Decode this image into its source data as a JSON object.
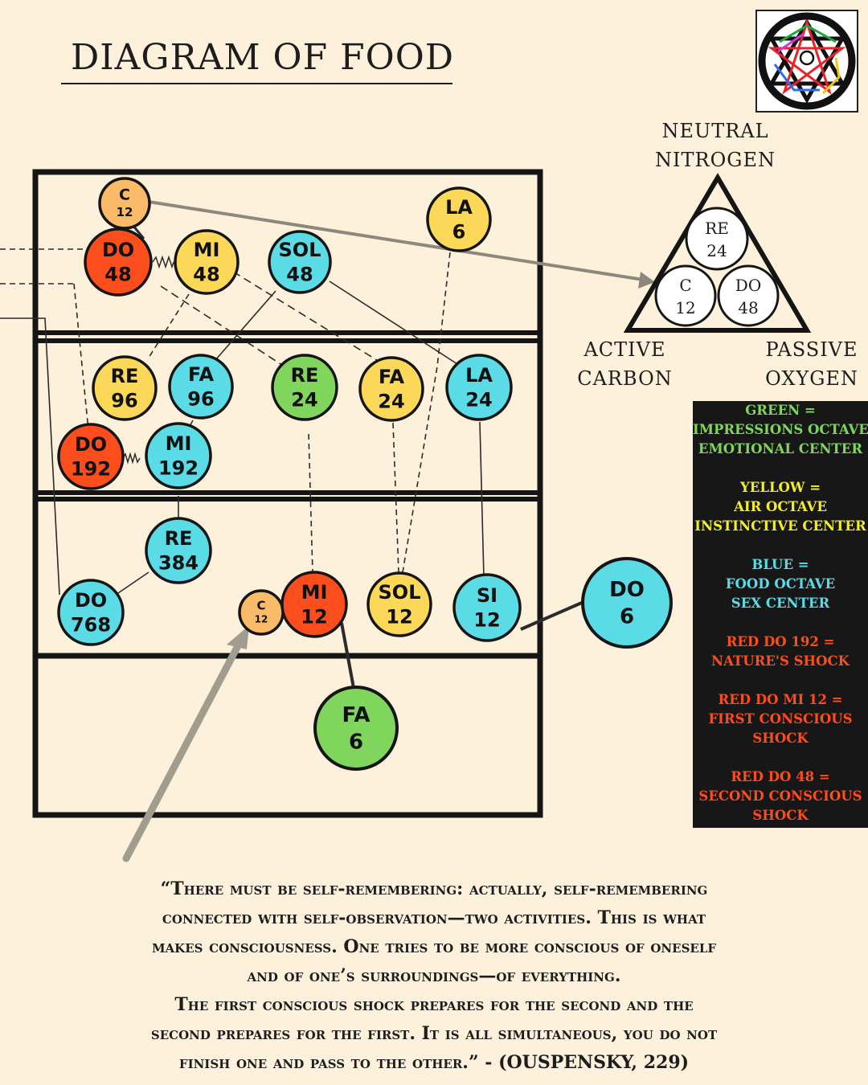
{
  "title": "DIAGRAM OF FOOD",
  "colors": {
    "background": "#fdf1dc",
    "red": "#fc4e1c",
    "yellow": "#fcd859",
    "blue": "#5adbe5",
    "green": "#80d65c",
    "orange": "#f9bb67",
    "legend_bg": "#171717"
  },
  "logo": {
    "icon": "enneagram-logo-icon"
  },
  "notes": [
    {
      "id": "c-12-top",
      "name": "C",
      "num": "12",
      "color": "orange"
    },
    {
      "id": "do-48",
      "name": "DO",
      "num": "48",
      "color": "red"
    },
    {
      "id": "mi-48",
      "name": "MI",
      "num": "48",
      "color": "yellow"
    },
    {
      "id": "sol-48",
      "name": "SOL",
      "num": "48",
      "color": "blue"
    },
    {
      "id": "la-6",
      "name": "LA",
      "num": "6",
      "color": "yellow"
    },
    {
      "id": "re-96",
      "name": "RE",
      "num": "96",
      "color": "yellow"
    },
    {
      "id": "fa-96",
      "name": "FA",
      "num": "96",
      "color": "blue"
    },
    {
      "id": "re-24",
      "name": "RE",
      "num": "24",
      "color": "green"
    },
    {
      "id": "fa-24",
      "name": "FA",
      "num": "24",
      "color": "yellow"
    },
    {
      "id": "la-24",
      "name": "LA",
      "num": "24",
      "color": "blue"
    },
    {
      "id": "do-192",
      "name": "DO",
      "num": "192",
      "color": "red"
    },
    {
      "id": "mi-192",
      "name": "MI",
      "num": "192",
      "color": "blue"
    },
    {
      "id": "re-384",
      "name": "RE",
      "num": "384",
      "color": "blue"
    },
    {
      "id": "do-768",
      "name": "DO",
      "num": "768",
      "color": "blue"
    },
    {
      "id": "c-12-low",
      "name": "C",
      "num": "12",
      "color": "orange"
    },
    {
      "id": "mi-12",
      "name": "MI",
      "num": "12",
      "color": "red"
    },
    {
      "id": "sol-12",
      "name": "SOL",
      "num": "12",
      "color": "yellow"
    },
    {
      "id": "si-12",
      "name": "SI",
      "num": "12",
      "color": "blue"
    },
    {
      "id": "do-6",
      "name": "DO",
      "num": "6",
      "color": "blue"
    },
    {
      "id": "fa-6",
      "name": "FA",
      "num": "6",
      "color": "green"
    }
  ],
  "triangle": {
    "top_label": [
      "NEUTRAL",
      "NITROGEN"
    ],
    "left_label": [
      "ACTIVE",
      "CARBON"
    ],
    "right_label": [
      "PASSIVE",
      "OXYGEN"
    ],
    "circles": [
      {
        "id": "tri-re-24",
        "name": "RE",
        "num": "24"
      },
      {
        "id": "tri-c-12",
        "name": "C",
        "num": "12"
      },
      {
        "id": "tri-do-48",
        "name": "DO",
        "num": "48"
      }
    ]
  },
  "legend": [
    {
      "lines": [
        "GREEN =",
        "IMPRESSIONS OCTAVE",
        "EMOTIONAL CENTER"
      ],
      "color": "#80d65c"
    },
    {
      "lines": [
        "YELLOW =",
        "AIR OCTAVE",
        "INSTINCTIVE CENTER"
      ],
      "color": "#f3ee2a"
    },
    {
      "lines": [
        "BLUE =",
        "FOOD OCTAVE",
        "SEX CENTER"
      ],
      "color": "#5adbe5"
    },
    {
      "lines": [
        "RED DO 192 =",
        "NATURE'S SHOCK"
      ],
      "color": "#fc4e1c"
    },
    {
      "lines": [
        "RED DO MI 12 =",
        "FIRST CONSCIOUS",
        "SHOCK"
      ],
      "color": "#fc4e1c"
    },
    {
      "lines": [
        "RED DO 48 =",
        "SECOND CONSCIOUS",
        "SHOCK"
      ],
      "color": "#fc4e1c"
    }
  ],
  "quote": [
    "“There must be self-remembering: actually, self-remembering",
    "connected with self-observation—two activities. This is what",
    "makes consciousness. One tries to be more conscious of oneself",
    "and of one’s surroundings—of everything.",
    "The first conscious shock prepares for the second and the",
    "second prepares for the first. It is all simultaneous, you do not",
    "finish one and pass to the other.” - (OUSPENSKY, 229)"
  ]
}
